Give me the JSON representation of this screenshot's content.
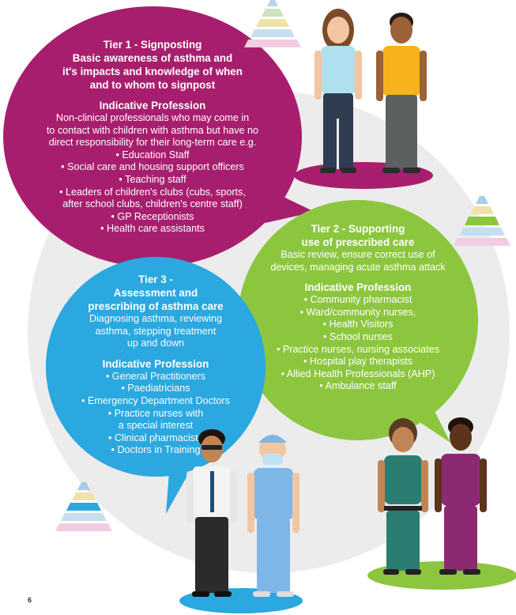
{
  "page": {
    "number": "6"
  },
  "tier1": {
    "title_lines": [
      "Tier 1 - Signposting",
      "Basic awareness of asthma and",
      "it's impacts and knowledge of when",
      "and to whom to signpost"
    ],
    "profession_heading": "Indicative Profession",
    "intro_lines": [
      "Non-clinical professionals who may come in",
      "to contact with children with asthma but have no",
      "direct responsibility for their long-term care e.g."
    ],
    "items": [
      "• Education Staff",
      "• Social care and housing support officers",
      "• Teaching staff",
      "• Leaders of children's clubs (cubs, sports,",
      "after school clubs, children's centre staff)",
      "• GP Receptionists",
      "• Health care assistants"
    ]
  },
  "tier2": {
    "title_lines": [
      "Tier 2 - Supporting",
      "use of prescribed care"
    ],
    "desc_lines": [
      "Basic review, ensure correct use of",
      "devices, managing acute asthma attack"
    ],
    "profession_heading": "Indicative Profession",
    "items": [
      "• Community pharmacist",
      "• Ward/community nurses,",
      "• Health Visitors",
      "• School nurses",
      "• Practice nurses, nursing associates",
      "• Hospital play therapists",
      "• Allied Health Professionals (AHP)",
      "• Ambulance staff"
    ]
  },
  "tier3": {
    "title_lines": [
      "Tier 3 -",
      "Assessment and",
      "prescribing of asthma care"
    ],
    "desc_lines": [
      "Diagnosing asthma, reviewing",
      "asthma, stepping treatment",
      "up and down"
    ],
    "profession_heading": "Indicative Profession",
    "items": [
      "• General Practitioners",
      "• Paediatricians",
      "• Emergency Department Doctors",
      "• Practice nurses with",
      "a special interest",
      "• Clinical pharmacists",
      "• Doctors in Training"
    ]
  },
  "colors": {
    "tier1": "#a81e6e",
    "tier2": "#8cc63f",
    "tier3": "#2aa8df",
    "background_circle": "#ececec"
  },
  "icons": [
    "pyramid-icon-tier1",
    "pyramid-icon-tier2",
    "pyramid-icon-tier3",
    "school-staff-illustration",
    "pharmacy-nurse-illustration",
    "doctor-surgeon-illustration"
  ]
}
